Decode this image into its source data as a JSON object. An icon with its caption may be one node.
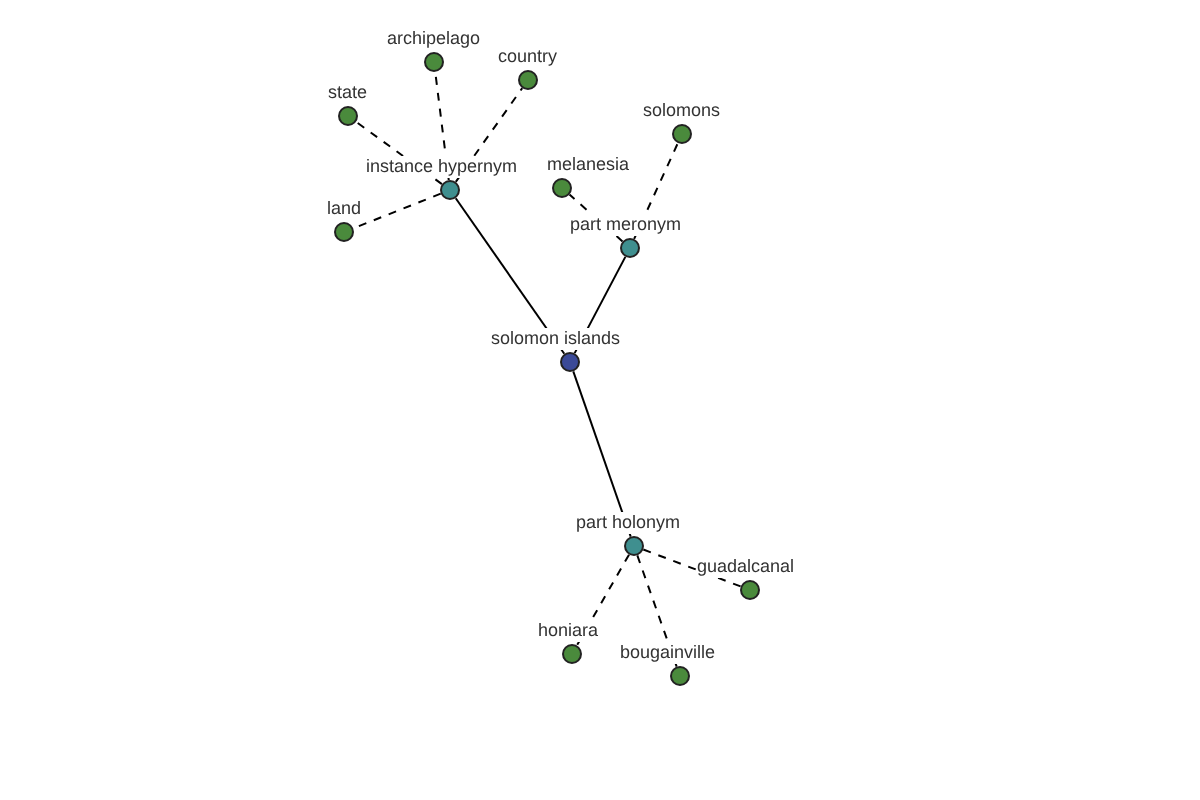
{
  "diagram": {
    "nodes": [
      {
        "text": [
          "archipelago"
        ]
      },
      {
        "text": [
          "country"
        ]
      },
      {
        "text": [
          "state"
        ]
      },
      {
        "text": [
          "solomons"
        ]
      },
      {
        "text": [
          "instance hypernym"
        ]
      },
      {
        "text": [
          "melanesia"
        ]
      },
      {
        "text": [
          "land"
        ]
      },
      {
        "text": [
          "part meronym"
        ]
      },
      {
        "text": [
          "solomon islands"
        ]
      },
      {
        "text": [
          "part holonym"
        ]
      },
      {
        "text": [
          "guadalcanal"
        ]
      },
      {
        "text": [
          "honiara"
        ]
      },
      {
        "text": [
          "bougainville"
        ]
      }
    ],
    "edges": [
      {
        "from": 8,
        "to": 4,
        "arrow": "none"
      },
      {
        "from": 8,
        "to": 7,
        "arrow": "none"
      },
      {
        "from": 8,
        "to": 9,
        "arrow": "none"
      },
      {
        "from": 4,
        "to": 2,
        "arrow": "none",
        "style": "dashed"
      },
      {
        "from": 4,
        "to": 0,
        "arrow": "none",
        "style": "dashed"
      },
      {
        "from": 4,
        "to": 1,
        "arrow": "none",
        "style": "dashed"
      },
      {
        "from": 4,
        "to": 6,
        "arrow": "none",
        "style": "dashed"
      },
      {
        "from": 7,
        "to": 5,
        "arrow": "none",
        "style": "dashed"
      },
      {
        "from": 7,
        "to": 3,
        "arrow": "none",
        "style": "dashed"
      },
      {
        "from": 9,
        "to": 10,
        "arrow": "none",
        "style": "dashed"
      },
      {
        "from": 9,
        "to": 11,
        "arrow": "none",
        "style": "dashed"
      },
      {
        "from": 9,
        "to": 12,
        "arrow": "none",
        "style": "dashed"
      }
    ]
  }
}
